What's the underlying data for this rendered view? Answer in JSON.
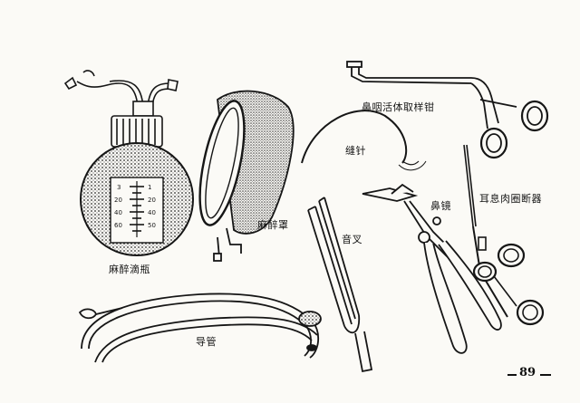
{
  "labels": {
    "anesthesia_bottle": "麻醉滴瓶",
    "anesthesia_mask": "麻醉罩",
    "suture_needle": "缝针",
    "tuning_fork": "音叉",
    "catheter": "导管",
    "nasal_speculum": "鼻镜",
    "biopsy_forceps": "鼻咽活体取样钳",
    "polyp_snare": "耳息肉圈断器"
  },
  "bottle_scale": {
    "left": [
      "3",
      "20",
      "40",
      "60"
    ],
    "right": [
      "1",
      "20",
      "40",
      "50"
    ]
  },
  "page_number": "89",
  "colors": {
    "ink": "#161616",
    "paper": "#fbfaf6"
  }
}
